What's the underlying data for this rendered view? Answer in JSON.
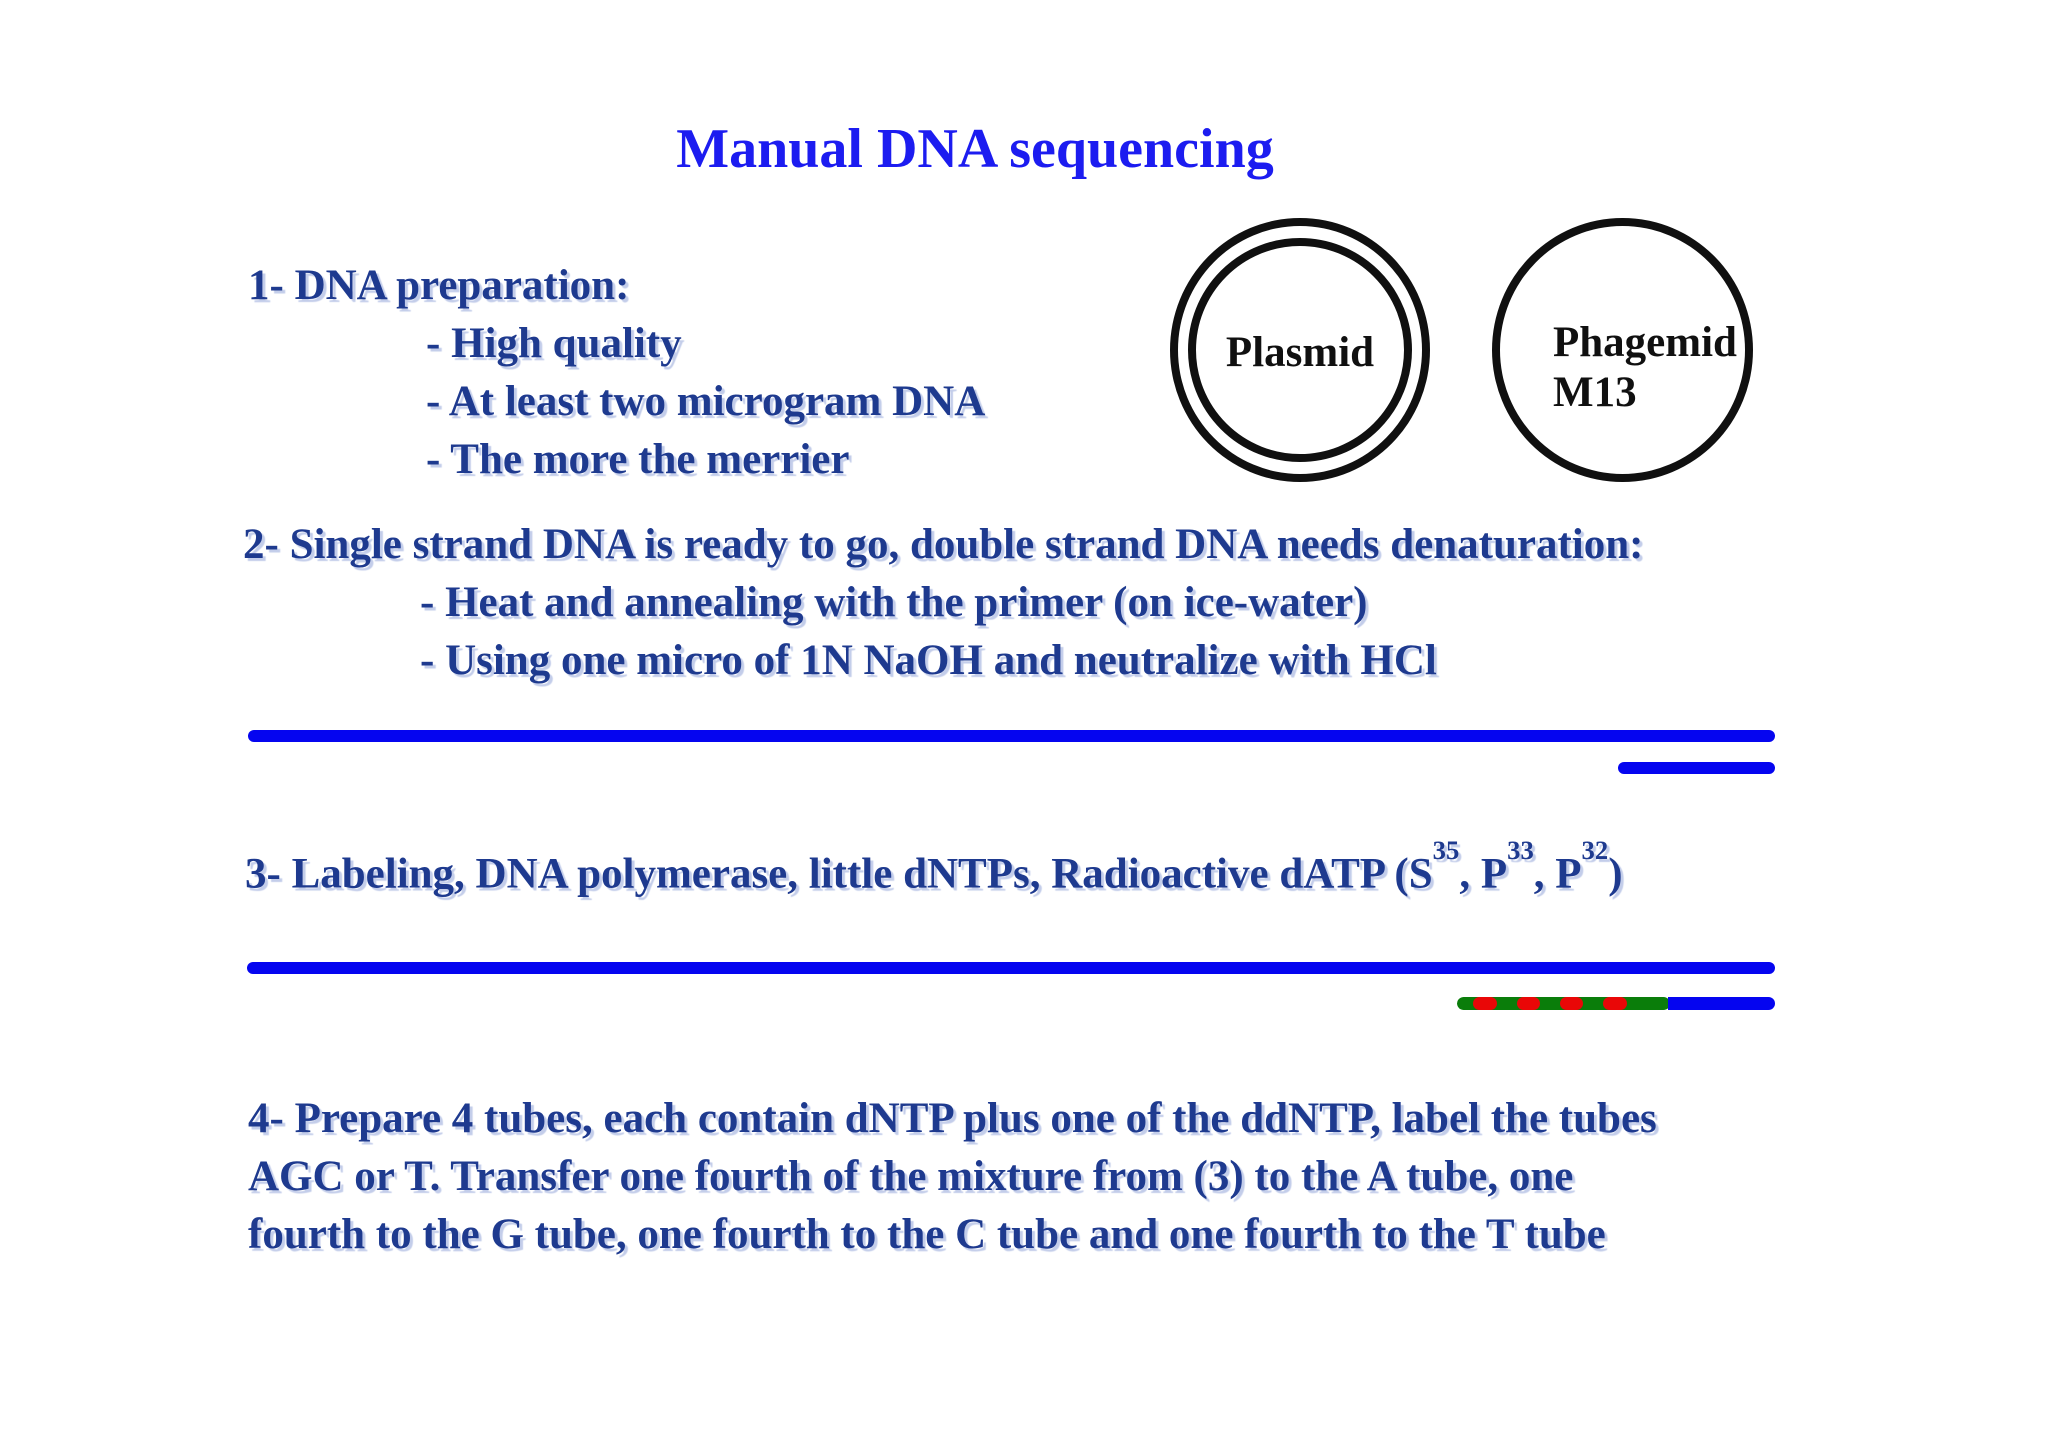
{
  "slide": {
    "title": "Manual DNA sequencing",
    "section1": {
      "heading": "1- DNA preparation:",
      "bullets": [
        "- High quality",
        "- At least two microgram DNA",
        "- The more the merrier"
      ]
    },
    "section2": {
      "heading": "2- Single strand DNA is ready to go, double strand DNA needs denaturation:",
      "bullets": [
        "- Heat and annealing with the primer (on ice-water)",
        "- Using one micro of 1N NaOH and neutralize with HCl"
      ]
    },
    "section3": {
      "prefix": "3- Labeling, DNA polymerase, little dNTPs, Radioactive dATP (S",
      "sup1": "35",
      "mid1": ", P",
      "sup2": "33",
      "mid2": ", P",
      "sup3": "32",
      "suffix": ")"
    },
    "section4": {
      "lines": [
        "4- Prepare 4 tubes, each contain dNTP plus one of the ddNTP, label the tubes",
        "AGC or T. Transfer one fourth of the mixture from (3) to the A tube, one",
        "fourth to the G tube, one fourth to the C tube and one fourth to the T tube"
      ]
    },
    "diagram": {
      "plasmid_label": "Plasmid",
      "phagemid_label_line1": "Phagemid",
      "phagemid_label_line2": "M13"
    }
  },
  "colors": {
    "title_blue": "#1c1cf0",
    "body_navy": "#1e3a8f",
    "strand_blue": "#0505f0",
    "primer_green": "#0a7d0a",
    "dash_red": "#e90707",
    "diagram_black": "#101010"
  }
}
